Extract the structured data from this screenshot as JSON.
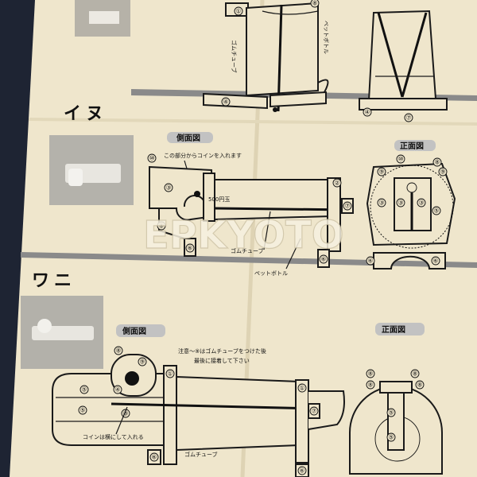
{
  "sections": {
    "top": {
      "labels": {
        "tube": "ゴムチューブ",
        "bottle": "ペットボトル"
      },
      "parts": [
        "①",
        "④",
        "④",
        "⑧",
        "⑦"
      ]
    },
    "dog": {
      "title": "イヌ",
      "side_view": {
        "heading": "側面図",
        "coin_note": "この部分からコインを入れます",
        "coin_label": "500円玉",
        "tube_label": "ゴムチューブ",
        "bottle_label": "ペットボトル"
      },
      "front_view": {
        "heading": "正面図"
      }
    },
    "croc": {
      "title": "ワニ",
      "side_view": {
        "heading": "側面図",
        "note_line1": "注意～⑨はゴムチューブをつけた後",
        "note_line2": "最後に接着して下さい",
        "coin_note": "コインは横にして入れる",
        "tube_label": "ゴムチューブ"
      },
      "front_view": {
        "heading": "正面図"
      }
    }
  },
  "watermark": "EPKYOTO"
}
